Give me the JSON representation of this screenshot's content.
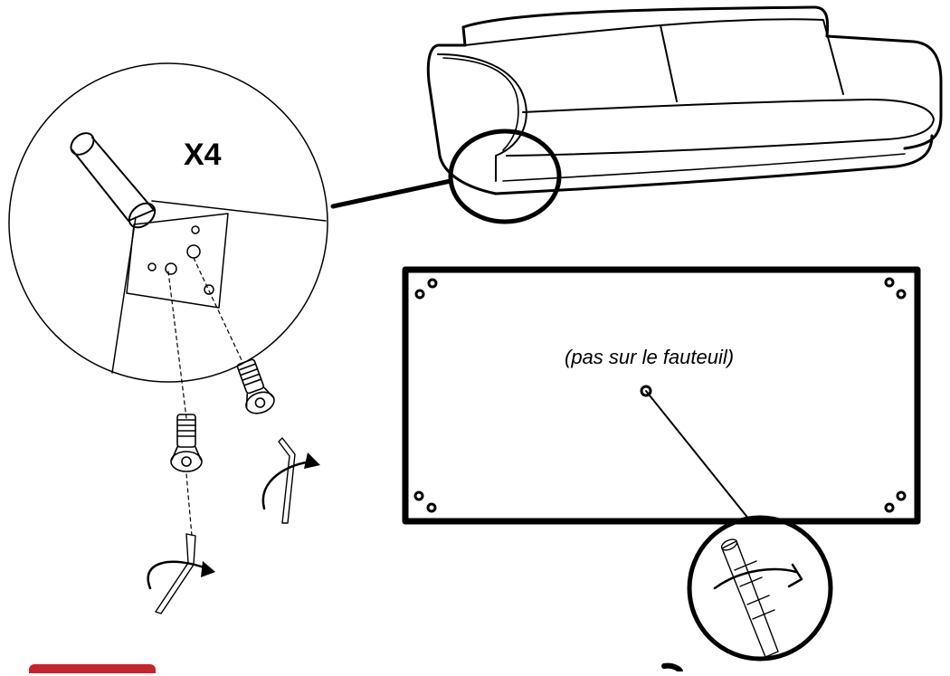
{
  "labels": {
    "quantity": "X4",
    "note": "(pas sur le fauteuil)"
  },
  "colors": {
    "line": "#000000",
    "background": "#ffffff",
    "tab_accent": "#c8232b"
  },
  "icons": {
    "sofa": "sofa-outline",
    "leg": "sofa-leg",
    "screw": "countersunk-bolt",
    "tool": "allen-key",
    "rotation": "clockwise-arrow",
    "center_foot": "adjustable-center-foot"
  }
}
